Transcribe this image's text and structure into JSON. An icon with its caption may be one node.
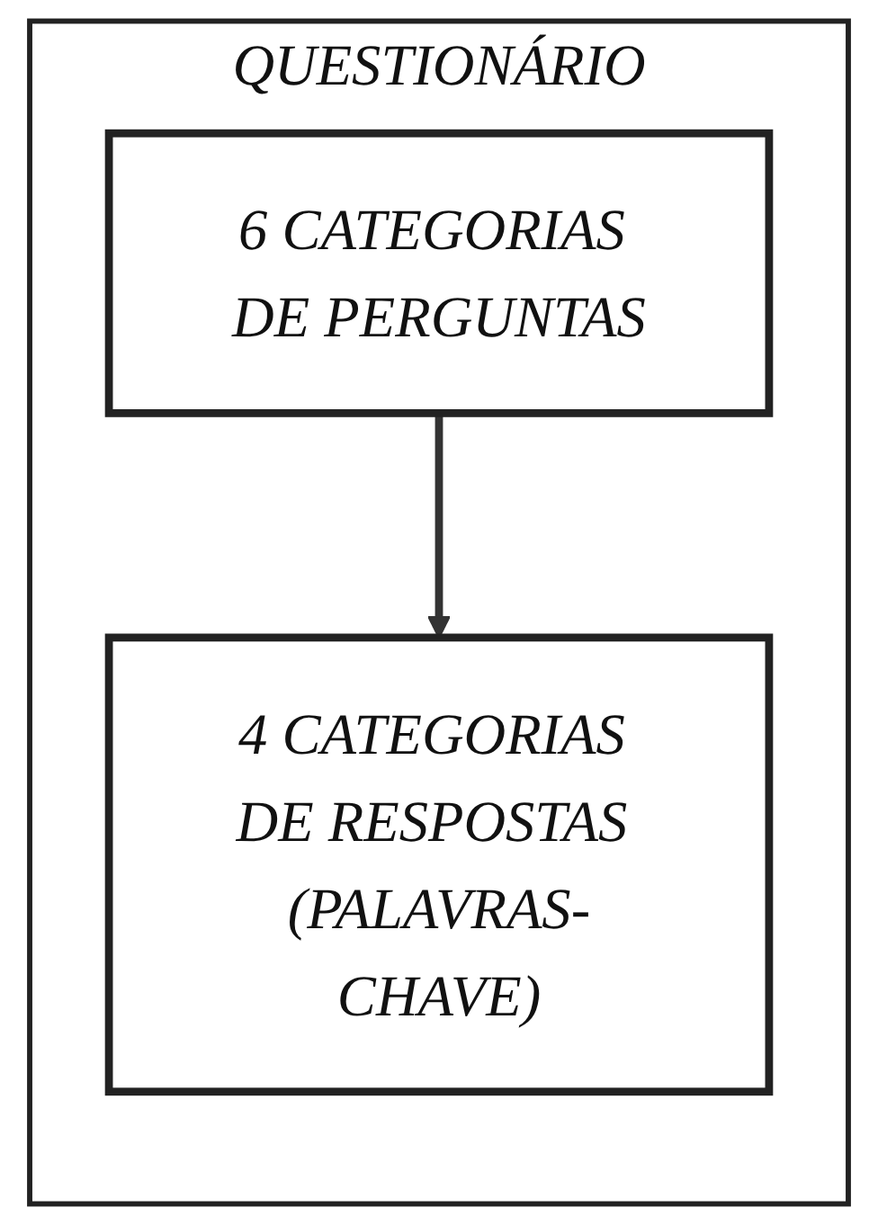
{
  "diagram": {
    "nodes": [
      {
        "text": [
          "QUESTIONÁRIO"
        ]
      },
      {
        "text": [
          "6 CATEGORIAS DE PERGUNTAS"
        ],
        "in": 0
      },
      {
        "text": [
          "4 CATEGORIAS DE RESPOSTAS (PALAVRAS-CHAVE)"
        ],
        "in": 0
      }
    ],
    "edges": [
      {
        "from": 1,
        "to": 2,
        "arrow": "to"
      }
    ]
  }
}
